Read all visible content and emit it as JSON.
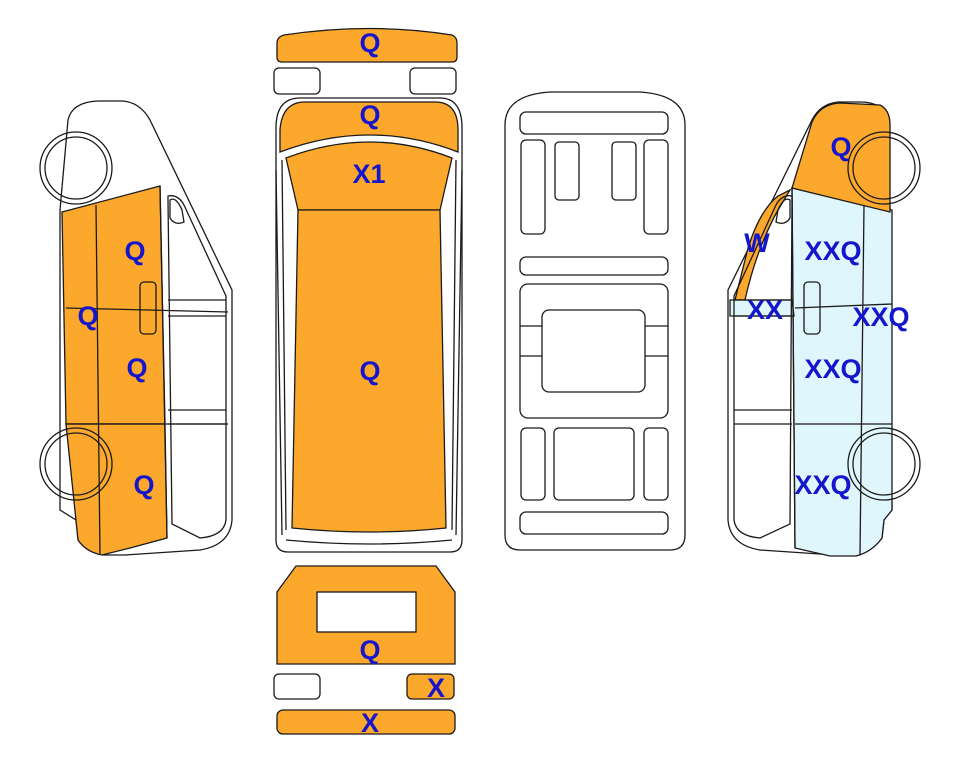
{
  "colors": {
    "damaged": "#FBA82C",
    "highlight": "#DFF6FC",
    "label": "#1515CC",
    "outline": "#1a1a1a",
    "background": "#FFFFFF"
  },
  "views": {
    "left_side": {
      "labels": [
        "Q",
        "Q",
        "Q",
        "Q"
      ]
    },
    "front": {
      "labels": [
        "Q"
      ]
    },
    "top": {
      "labels": [
        "Q",
        "X1",
        "Q"
      ]
    },
    "underbody": {
      "labels": []
    },
    "rear": {
      "labels": [
        "Q",
        "X",
        "X"
      ]
    },
    "right_side": {
      "labels": [
        "Q",
        "W",
        "XXQ",
        "XX",
        "XXQ",
        "XXQ",
        "XXQ"
      ]
    }
  }
}
